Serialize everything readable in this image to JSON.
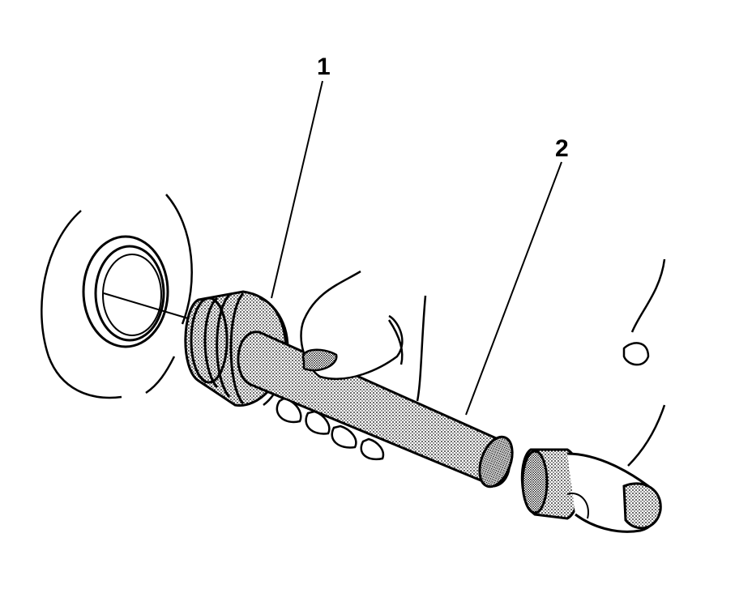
{
  "figure": {
    "callouts": [
      {
        "id": "1",
        "label": "1"
      },
      {
        "id": "2",
        "label": "2"
      }
    ],
    "colors": {
      "line": "#000000",
      "background": "#ffffff",
      "shade": "#9a9a9a"
    }
  }
}
